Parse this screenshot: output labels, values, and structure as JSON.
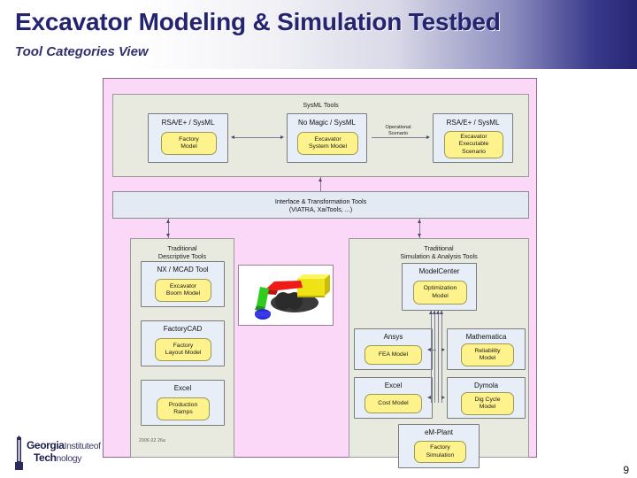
{
  "slide": {
    "title": "Excavator Modeling & Simulation Testbed",
    "subtitle": "Tool Categories View",
    "page_number": "9",
    "datestamp": "2006 02 26a"
  },
  "colors": {
    "title_navy": "#242470",
    "diagram_pink": "#fcd8f8",
    "panel_beige": "#e8e9df",
    "toolbox_blue": "#e8eef7",
    "model_yellow": "#fdf28c",
    "header_gradient_end": "#262673"
  },
  "diagram": {
    "sysml_panel": {
      "title": "SysML Tools",
      "tools": [
        {
          "label": "RSA/E+ / SysML",
          "model": "Factory\nModel"
        },
        {
          "label": "No Magic / SysML",
          "model": "Excavator\nSystem Model"
        },
        {
          "label": "RSA/E+ / SysML",
          "model": "Excavator\nExecutable\nScenario"
        }
      ],
      "edge_label": "Operational\nScenario"
    },
    "interface_band": {
      "line1": "Interface & Transformation Tools",
      "line2": "(VIATRA, XaiTools, ...)"
    },
    "descriptive_panel": {
      "title_line1": "Traditional",
      "title_line2": "Descriptive Tools",
      "tools": [
        {
          "label": "NX / MCAD Tool",
          "model": "Excavator\nBoom Model"
        },
        {
          "label": "FactoryCAD",
          "model": "Factory\nLayout Model"
        },
        {
          "label": "Excel",
          "model": "Production\nRamps"
        }
      ]
    },
    "analysis_panel": {
      "title_line1": "Traditional",
      "title_line2": "Simulation & Analysis Tools",
      "tools": [
        {
          "label": "ModelCenter",
          "model": "Optimization\nModel"
        },
        {
          "label": "Ansys",
          "model": "FEA Model"
        },
        {
          "label": "Mathematica",
          "model": "Reliability\nModel"
        },
        {
          "label": "Excel",
          "model": "Cost Model"
        },
        {
          "label": "Dymola",
          "model": "Dig Cycle\nModel"
        },
        {
          "label": "eM-Plant",
          "model": "Factory\nSimulation"
        }
      ]
    },
    "excavator_image_alt": "excavator-3d-render"
  },
  "footer": {
    "logo_line1_bold": "Georgia",
    "logo_line1_thin": "Institute",
    "logo_line1_thin2": "of",
    "logo_line2_bold": "Tech",
    "logo_line2_thin": "nology"
  }
}
